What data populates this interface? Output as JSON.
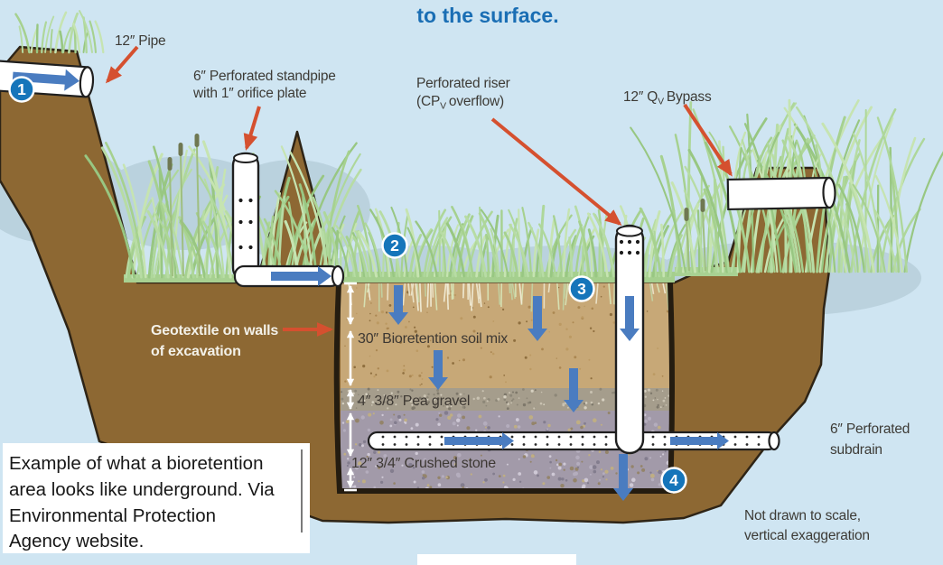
{
  "title": "to the surface.",
  "annotations": {
    "pipe12": "12″ Pipe",
    "standpipe1": "6″ Perforated standpipe",
    "standpipe2": "with 1″ orifice plate",
    "riser1": "Perforated riser",
    "riser2_pre": "(CP",
    "riser2_sub": "V",
    "riser2_post": "overflow)",
    "bypass_pre": "12″ Q",
    "bypass_sub": "V",
    "bypass_post": "Bypass",
    "geotextile1": "Geotextile on walls",
    "geotextile2": "of excavation",
    "subdrain1": "6″ Perforated",
    "subdrain2": "subdrain",
    "note1": "Not drawn to scale,",
    "note2": "vertical exaggeration"
  },
  "layers": {
    "soil_mix": "30″ Bioretention soil mix",
    "pea_gravel": "4″  3/8″ Pea gravel",
    "crushed_stone": "12″  3/4″ Crushed stone"
  },
  "markers": [
    "1",
    "2",
    "3",
    "4"
  ],
  "caption": {
    "line1": "Example of what a bioretention",
    "line2": "area looks like underground. Via",
    "line3": "Environmental Protection",
    "line4": "Agency website."
  },
  "colors": {
    "sky": "#cfe5f2",
    "soil_brown": "#8d6833",
    "soil_outline": "#2e2416",
    "grass_green": "#b5d9a0",
    "hills": "#b7cfdb",
    "soil_mix_tan": "#c7a877",
    "pea_gravel_gray": "#a59d8c",
    "crushed_stone_lavender": "#a29aa9",
    "pipe_white": "#ffffff",
    "flow_arrow_blue": "#4a7cc0",
    "marker_blue": "#1575ba",
    "annotation_red": "#d5502f",
    "title_blue": "#1a6eb4",
    "dimension_white": "#ffffff"
  }
}
